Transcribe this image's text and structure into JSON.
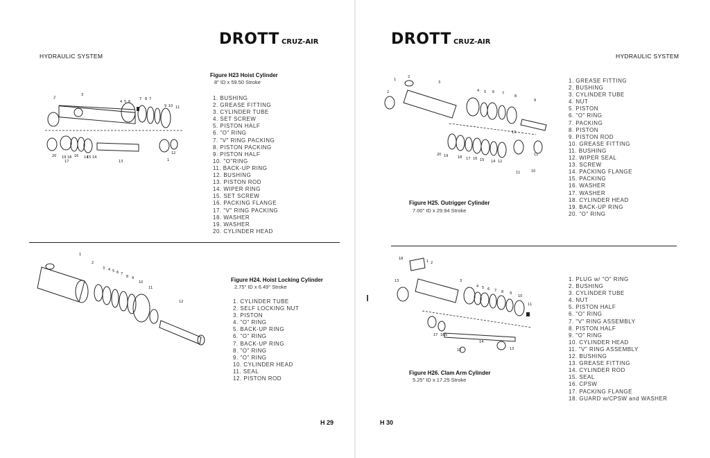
{
  "brand": {
    "name": "DROTT",
    "product": "CRUZ-AIR"
  },
  "left_page": {
    "section": "HYDRAULIC SYSTEM",
    "page_number": "H 29",
    "figure_h23": {
      "title": "Figure H23 Hoist Cylinder",
      "subtitle": "8\" ID x 59.50 Stroke",
      "parts": [
        "1. BUSHING",
        "2. GREASE FITTING",
        "3. CYLINDER TUBE",
        "4. SET SCREW",
        "5. PISTON HALF",
        "6. \"O\" RING",
        "7. \"V\" RING PACKING",
        "8. PISTON PACKING",
        "9. PISTON HALF",
        "10. \"O\"RING",
        "11. BACK-UP RING",
        "12. BUSHING",
        "13. PISTON ROD",
        "14. WIPER RING",
        "15. SET SCREW",
        "16. PACKING FLANGE",
        "17. \"V\" RING PACKING",
        "18. WASHER",
        "19. WASHER",
        "20. CYLINDER HEAD"
      ]
    },
    "figure_h24": {
      "title": "Figure H24. Hoist Locking Cylinder",
      "subtitle": "2.75\" ID x 6.49\" Stroke",
      "parts": [
        "1. CYLINDER TUBE",
        "2. SELF LOCKING NUT",
        "3. PISTON",
        "4. \"O\" RING",
        "5. BACK-UP RING",
        "6. \"O\" RING",
        "7. BACK-UP RING",
        "8. \"O\" RING",
        "9. \"O\" RING",
        "10. CYLINDER HEAD",
        "11. SEAL",
        "12. PISTON ROD"
      ]
    }
  },
  "right_page": {
    "section": "HYDRAULIC SYSTEM",
    "page_number": "H 30",
    "figure_h25": {
      "title": "Figure H25. Outrigger Cylinder",
      "subtitle": "7.00\" ID x 29.94 Stroke",
      "parts": [
        "1. GREASE FITTING",
        "2. BUSHING",
        "3. CYLINDER TUBE",
        "4. NUT",
        "5. PISTON",
        "6. \"O\" RING",
        "7. PACKING",
        "8. PISTON",
        "9. PISTON ROD",
        "10. GREASE FITTING",
        "11. BUSHING",
        "12. WIPER SEAL",
        "13. SCREW",
        "14. PACKING FLANGE",
        "15. PACKING",
        "16. WASHER",
        "17. WASHER",
        "18. CYLINDER HEAD",
        "19. BACK-UP RING",
        "20. \"O\" RING"
      ]
    },
    "figure_h26": {
      "title": "Figure H26. Clam Arm Cylinder",
      "subtitle": "5.25\" ID x 17.25 Stroke",
      "parts": [
        "1. PLUG w/ \"O\" RING",
        "2. BUSHING",
        "3. CYLINDER TUBE",
        "4. NUT",
        "5. PISTON HALF",
        "6. \"O\" RING",
        "7. \"V\" RING ASSEMBLY",
        "8. PISTON HALF",
        "9. \"O\" RING",
        "10. CYLINDER HEAD",
        "11. \"V\" RING ASSEMBLY",
        "12. BUSHING",
        "13. GREASE FITTING",
        "14. CYLINDER ROD",
        "15. SEAL",
        "16. CPSW",
        "17. PACKING FLANGE",
        "18. GUARD w/CPSW and WASHER"
      ]
    }
  },
  "diagram_callouts": {
    "h23_top": [
      "2",
      "3",
      "4",
      "5",
      "6",
      "7",
      "8",
      "7",
      "9",
      "10",
      "11"
    ],
    "h23_bottom": [
      "20",
      "19",
      "18",
      "17",
      "16",
      "14",
      "15",
      "14",
      "13",
      "12",
      "1"
    ],
    "h24": [
      "1",
      "2",
      "3",
      "4",
      "5",
      "6",
      "7",
      "8",
      "9",
      "10",
      "11",
      "12"
    ],
    "h25_top": [
      "1",
      "2",
      "3",
      "4",
      "5",
      "6",
      "7",
      "8",
      "9"
    ],
    "h25_bottom": [
      "20",
      "19",
      "18",
      "17",
      "16",
      "15",
      "14",
      "13",
      "12",
      "11",
      "10"
    ],
    "h26_top": [
      "18",
      "1",
      "2",
      "3",
      "4",
      "5",
      "6",
      "7",
      "8",
      "9",
      "10",
      "11"
    ],
    "h26_bottom": [
      "13",
      "17",
      "16",
      "15",
      "14",
      "12",
      "13"
    ]
  }
}
